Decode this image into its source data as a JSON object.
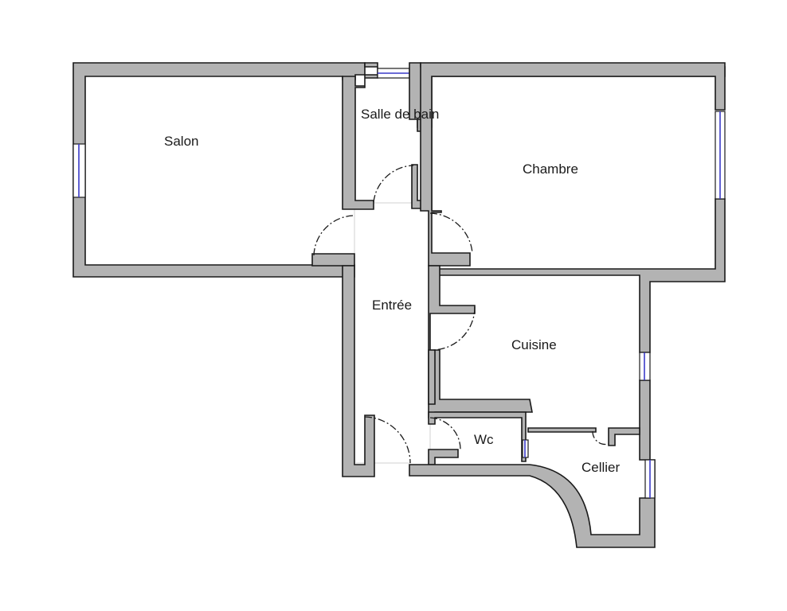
{
  "rooms": {
    "salon": "Salon",
    "salle_de_bain": "Salle de bain",
    "chambre": "Chambre",
    "entree": "Entrée",
    "cuisine": "Cuisine",
    "wc": "Wc",
    "cellier": "Cellier"
  },
  "colors": {
    "wall_fill": "#b3b3b3",
    "wall_outline": "#1a1a1a",
    "window": "#3a3ac8",
    "background": "#ffffff"
  }
}
